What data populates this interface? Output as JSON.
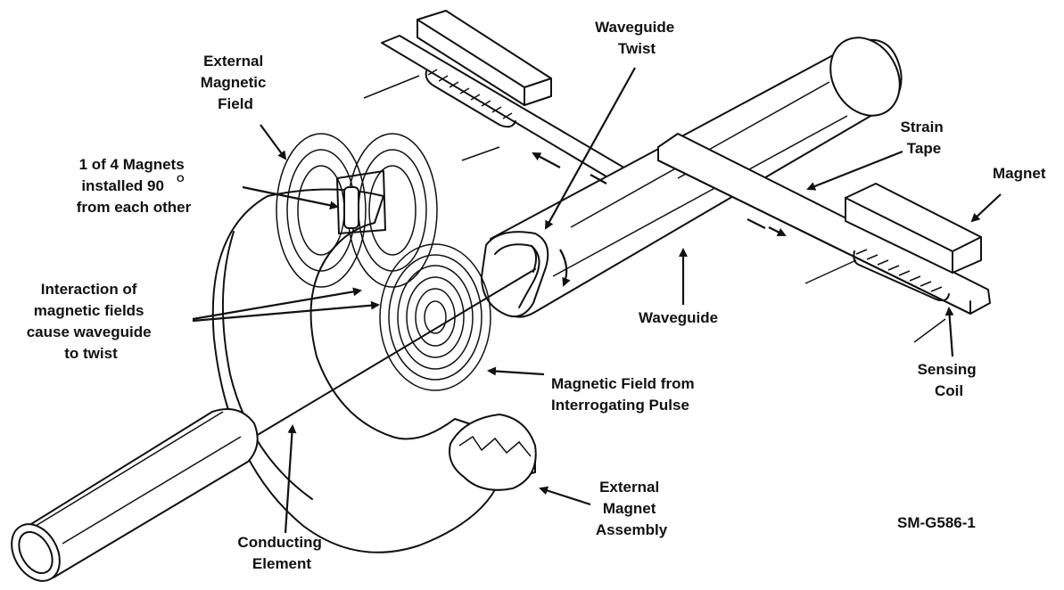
{
  "labels": {
    "external_magnetic_field": [
      "External",
      "Magnetic",
      "Field"
    ],
    "magnets_note": [
      "1 of 4 Magnets",
      "installed 90",
      "from each other"
    ],
    "degree_sup": "O",
    "interaction": [
      "Interaction of",
      "magnetic fields",
      "cause waveguide",
      "to twist"
    ],
    "waveguide_twist": [
      "Waveguide",
      "Twist"
    ],
    "strain_tape": [
      "Strain",
      "Tape"
    ],
    "magnet": "Magnet",
    "waveguide": "Waveguide",
    "sensing_coil": [
      "Sensing",
      "Coil"
    ],
    "pulse_field": [
      "Magnetic Field from",
      "Interrogating Pulse"
    ],
    "external_magnet_assembly": [
      "External",
      "Magnet",
      "Assembly"
    ],
    "conducting_element": [
      "Conducting",
      "Element"
    ],
    "figure_code": "SM-G586-1"
  }
}
